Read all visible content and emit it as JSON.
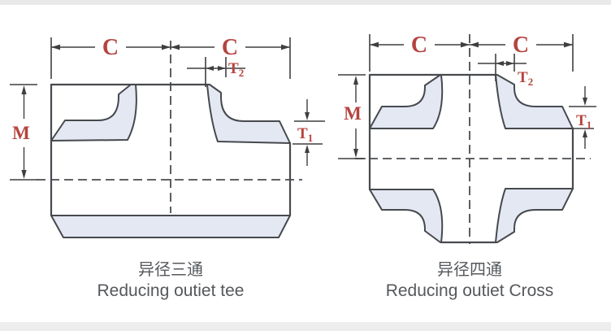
{
  "colors": {
    "background": "#ffffff",
    "outline": "#46494d",
    "section_fill": "#e4e8f3",
    "dimension_line": "#3f3f41",
    "dimension_label": "#b5433e",
    "caption_text": "#55585c",
    "edge_strip": "#e9e9e9"
  },
  "tee": {
    "dim_c_left": "C",
    "dim_c_right": "C",
    "dim_t2_base": "T",
    "dim_t2_sub": "2",
    "dim_t1_base": "T",
    "dim_t1_sub": "1",
    "dim_m": "M",
    "caption_zh": "异径三通",
    "caption_en": "Reducing outiet tee"
  },
  "cross": {
    "dim_c_left": "C",
    "dim_c_right": "C",
    "dim_t2_base": "T",
    "dim_t2_sub": "2",
    "dim_t1_base": "T",
    "dim_t1_sub": "1",
    "dim_m": "M",
    "caption_zh": "异径四通",
    "caption_en": "Reducing outiet Cross"
  }
}
